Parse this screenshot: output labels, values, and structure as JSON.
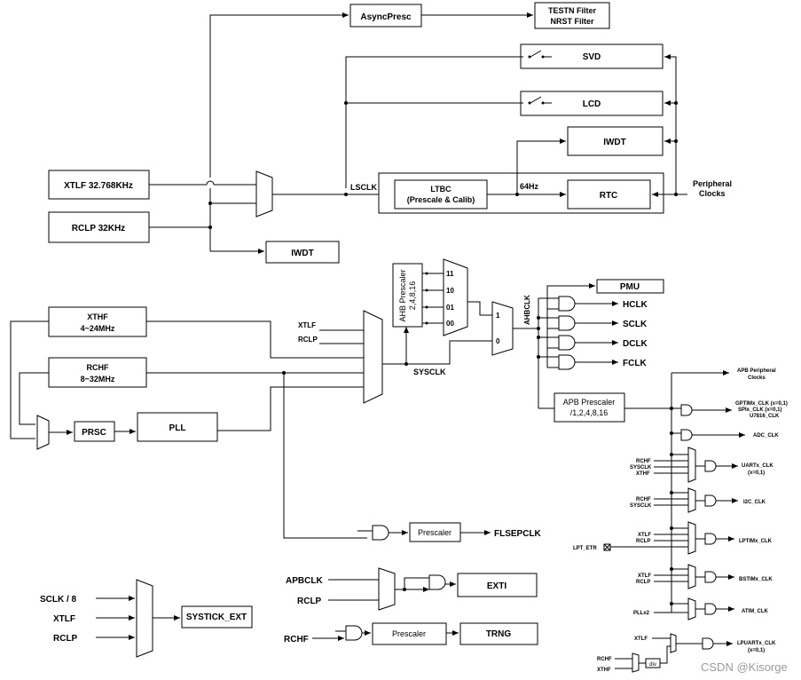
{
  "blocks": {
    "async_presc": "AsyncPresc",
    "testn_filter": "TESTN Filter",
    "nrst_filter": "NRST Filter",
    "svd": "SVD",
    "lcd": "LCD",
    "iwdt_top": "IWDT",
    "xtlf_osc": "XTLF 32.768KHz",
    "rclp_osc": "RCLP 32KHz",
    "iwdt_bottom": "IWDT",
    "ltbc_line1": "LTBC",
    "ltbc_line2": "(Prescale & Calib)",
    "rtc": "RTC",
    "xthf_line1": "XTHF",
    "xthf_line2": "4~24MHz",
    "rchf_line1": "RCHF",
    "rchf_line2": "8~32MHz",
    "prsc": "PRSC",
    "pll": "PLL",
    "ahb_prescaler_line1": "AHB Prescaler",
    "ahb_prescaler_line2": "2,4,8,16",
    "pmu": "PMU",
    "apb_prescaler_line1": "APB Prescaler",
    "apb_prescaler_line2": "/1,2,4,8,16",
    "prescaler_flsep": "Prescaler",
    "exti": "EXTI",
    "prescaler_trng": "Prescaler",
    "trng": "TRNG",
    "systick_ext": "SYSTICK_EXT",
    "div": "div"
  },
  "labels": {
    "lsclk": "LSCLK",
    "f64hz": "64Hz",
    "peripheral_clocks_1": "Peripheral",
    "peripheral_clocks_2": "Clocks",
    "xtlf": "XTLF",
    "rclp": "RCLP",
    "sysclk": "SYSCLK",
    "ahbclk": "AHBCLK",
    "mux_11": "11",
    "mux_10": "10",
    "mux_01": "01",
    "mux_00": "00",
    "mux_1": "1",
    "mux_0": "0",
    "hclk": "HCLK",
    "sclk": "SCLK",
    "dclk": "DCLK",
    "fclk": "FCLK",
    "flsepclk": "FLSEPCLK",
    "apbclk": "APBCLK",
    "rclp2": "RCLP",
    "rchf_trng": "RCHF",
    "sclk8": "SCLK / 8",
    "xtlf_sys": "XTLF",
    "rclp_sys": "RCLP",
    "apb_periph_1": "APB Peripheral",
    "apb_periph_2": "Clocks",
    "gptim_1": "GPTIMx_CLK (x=0,1)",
    "gptim_2": "SPIx_CLK (x=0,1)",
    "gptim_3": "U7816_CLK",
    "adc_clk": "ADC_CLK",
    "uart_in_rchf": "RCHF",
    "uart_in_sysclk": "SYSCLK",
    "uart_in_xthf": "XTHF",
    "uart_clk_1": "UARTx_CLK",
    "uart_clk_2": "(x=0,1)",
    "i2c_in_rchf": "RCHF",
    "i2c_in_sysclk": "SYSCLK",
    "i2c_clk": "I2C_CLK",
    "lpt_in_xtlf": "XTLF",
    "lpt_in_rclp": "RCLP",
    "lpt_etr": "LPT_ETR",
    "lptim_clk": "LPTIMx_CLK",
    "bst_in_xtlf": "XTLF",
    "bst_in_rclp": "RCLP",
    "bstim_clk": "BSTIMx_CLK",
    "pllx2": "PLLx2",
    "atim_clk": "ATIM_CLK",
    "lpu_in_xtlf": "XTLF",
    "lpu_in_rchf": "RCHF",
    "lpu_in_xthf": "XTHF",
    "lpuart_1": "LPUARTx_CLK",
    "lpuart_2": "(x=0,1)",
    "watermark": "CSDN @Kisorge"
  }
}
